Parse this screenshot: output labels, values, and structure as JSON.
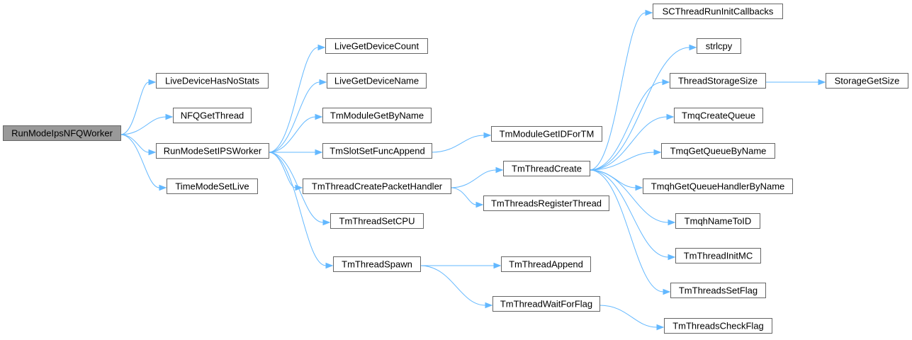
{
  "graph": {
    "title": "",
    "colors": {
      "edge": "#63b8ff",
      "node_border": "#666666",
      "root_fill": "#999999",
      "node_fill": "#ffffff",
      "text": "#000000"
    },
    "nodes": [
      {
        "id": "RunModeIpsNFQWorker",
        "label": "RunModeIpsNFQWorker",
        "root": true
      },
      {
        "id": "LiveDeviceHasNoStats",
        "label": "LiveDeviceHasNoStats"
      },
      {
        "id": "NFQGetThread",
        "label": "NFQGetThread"
      },
      {
        "id": "RunModeSetIPSWorker",
        "label": "RunModeSetIPSWorker"
      },
      {
        "id": "TimeModeSetLive",
        "label": "TimeModeSetLive"
      },
      {
        "id": "LiveGetDeviceCount",
        "label": "LiveGetDeviceCount"
      },
      {
        "id": "LiveGetDeviceName",
        "label": "LiveGetDeviceName"
      },
      {
        "id": "TmModuleGetByName",
        "label": "TmModuleGetByName"
      },
      {
        "id": "TmSlotSetFuncAppend",
        "label": "TmSlotSetFuncAppend"
      },
      {
        "id": "TmThreadCreatePacketHandler",
        "label": "TmThreadCreatePacketHandler"
      },
      {
        "id": "TmThreadSetCPU",
        "label": "TmThreadSetCPU"
      },
      {
        "id": "TmThreadSpawn",
        "label": "TmThreadSpawn"
      },
      {
        "id": "TmModuleGetIDForTM",
        "label": "TmModuleGetIDForTM"
      },
      {
        "id": "TmThreadCreate",
        "label": "TmThreadCreate"
      },
      {
        "id": "TmThreadsRegisterThread",
        "label": "TmThreadsRegisterThread"
      },
      {
        "id": "TmThreadAppend",
        "label": "TmThreadAppend"
      },
      {
        "id": "TmThreadWaitForFlag",
        "label": "TmThreadWaitForFlag"
      },
      {
        "id": "SCThreadRunInitCallbacks",
        "label": "SCThreadRunInitCallbacks"
      },
      {
        "id": "strlcpy",
        "label": "strlcpy"
      },
      {
        "id": "ThreadStorageSize",
        "label": "ThreadStorageSize"
      },
      {
        "id": "TmqCreateQueue",
        "label": "TmqCreateQueue"
      },
      {
        "id": "TmqGetQueueByName",
        "label": "TmqGetQueueByName"
      },
      {
        "id": "TmqhGetQueueHandlerByName",
        "label": "TmqhGetQueueHandlerByName"
      },
      {
        "id": "TmqhNameToID",
        "label": "TmqhNameToID"
      },
      {
        "id": "TmThreadInitMC",
        "label": "TmThreadInitMC"
      },
      {
        "id": "TmThreadsSetFlag",
        "label": "TmThreadsSetFlag"
      },
      {
        "id": "TmThreadsCheckFlag",
        "label": "TmThreadsCheckFlag"
      },
      {
        "id": "StorageGetSize",
        "label": "StorageGetSize"
      }
    ],
    "edges": [
      [
        "RunModeIpsNFQWorker",
        "LiveDeviceHasNoStats"
      ],
      [
        "RunModeIpsNFQWorker",
        "NFQGetThread"
      ],
      [
        "RunModeIpsNFQWorker",
        "RunModeSetIPSWorker"
      ],
      [
        "RunModeIpsNFQWorker",
        "TimeModeSetLive"
      ],
      [
        "RunModeSetIPSWorker",
        "LiveGetDeviceCount"
      ],
      [
        "RunModeSetIPSWorker",
        "LiveGetDeviceName"
      ],
      [
        "RunModeSetIPSWorker",
        "TmModuleGetByName"
      ],
      [
        "RunModeSetIPSWorker",
        "TmSlotSetFuncAppend"
      ],
      [
        "RunModeSetIPSWorker",
        "TmThreadCreatePacketHandler"
      ],
      [
        "RunModeSetIPSWorker",
        "TmThreadSetCPU"
      ],
      [
        "RunModeSetIPSWorker",
        "TmThreadSpawn"
      ],
      [
        "TmSlotSetFuncAppend",
        "TmModuleGetIDForTM"
      ],
      [
        "TmThreadCreatePacketHandler",
        "TmThreadCreate"
      ],
      [
        "TmThreadCreatePacketHandler",
        "TmThreadsRegisterThread"
      ],
      [
        "TmThreadSpawn",
        "TmThreadAppend"
      ],
      [
        "TmThreadSpawn",
        "TmThreadWaitForFlag"
      ],
      [
        "TmThreadWaitForFlag",
        "TmThreadsCheckFlag"
      ],
      [
        "TmThreadCreate",
        "SCThreadRunInitCallbacks"
      ],
      [
        "TmThreadCreate",
        "strlcpy"
      ],
      [
        "TmThreadCreate",
        "ThreadStorageSize"
      ],
      [
        "TmThreadCreate",
        "TmqCreateQueue"
      ],
      [
        "TmThreadCreate",
        "TmqGetQueueByName"
      ],
      [
        "TmThreadCreate",
        "TmqhGetQueueHandlerByName"
      ],
      [
        "TmThreadCreate",
        "TmqhNameToID"
      ],
      [
        "TmThreadCreate",
        "TmThreadInitMC"
      ],
      [
        "TmThreadCreate",
        "TmThreadsSetFlag"
      ],
      [
        "ThreadStorageSize",
        "StorageGetSize"
      ]
    ]
  }
}
